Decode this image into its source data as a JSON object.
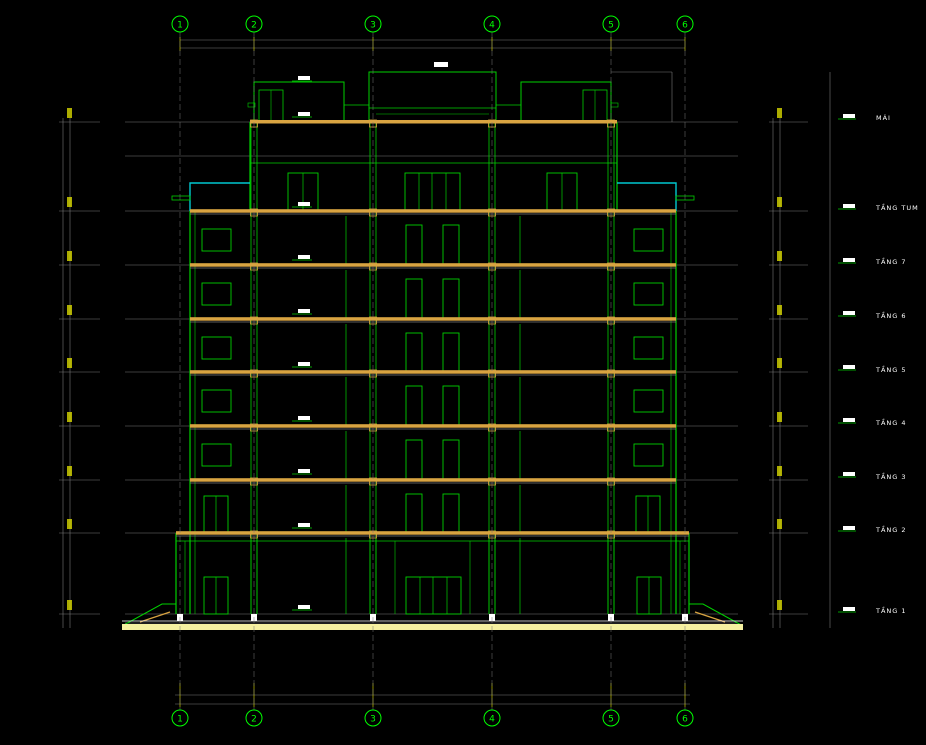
{
  "title": "",
  "colors": {
    "background": "#000000",
    "structure": "#00d000",
    "slab": "#d9a441",
    "axis": "#00ff00",
    "dimension": "#e6e600",
    "text": "#ffffff",
    "cyan": "#00c8d0",
    "ground": "#f5f0a0",
    "gridline": "#7a7a7a"
  },
  "axes": {
    "labels": [
      "1",
      "2",
      "3",
      "4",
      "5",
      "6"
    ]
  },
  "levels": [
    {
      "id": "mai",
      "label": "MÁI"
    },
    {
      "id": "tum",
      "label": "TẦNG TUM"
    },
    {
      "id": "t7",
      "label": "TẦNG 7"
    },
    {
      "id": "t6",
      "label": "TẦNG 6"
    },
    {
      "id": "t5",
      "label": "TẦNG 5"
    },
    {
      "id": "t4",
      "label": "TẦNG 4"
    },
    {
      "id": "t3",
      "label": "TẦNG 3"
    },
    {
      "id": "t2",
      "label": "TẦNG 2"
    },
    {
      "id": "t1",
      "label": "TẦNG 1"
    }
  ]
}
